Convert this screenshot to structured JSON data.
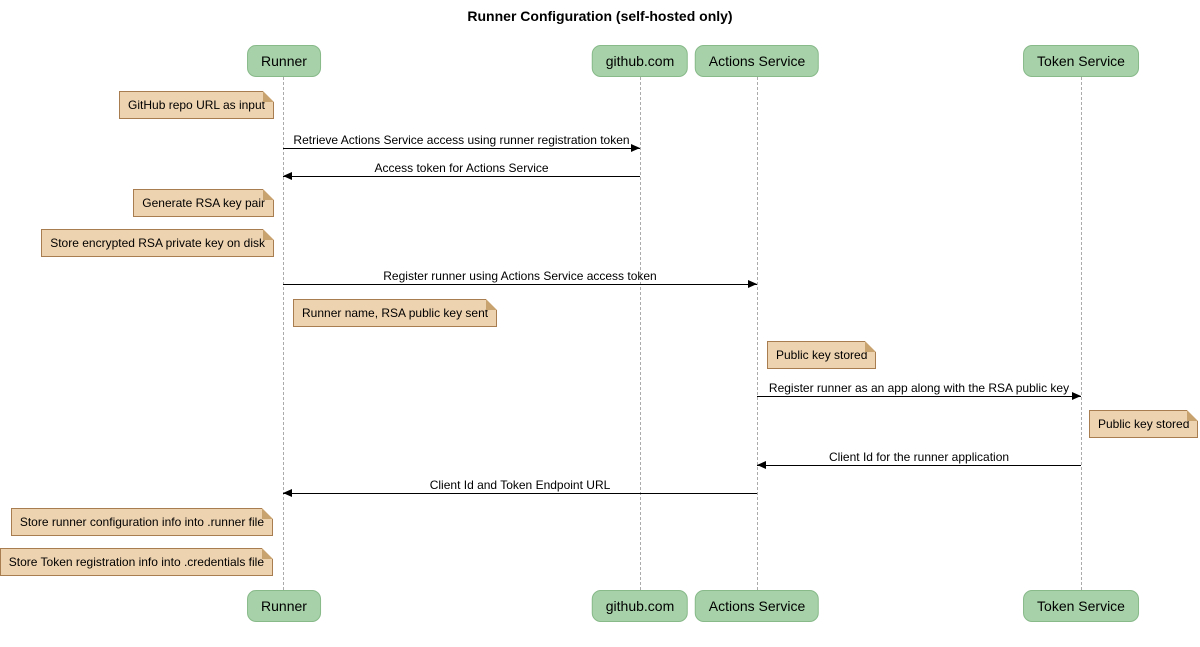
{
  "title": "Runner Configuration (self-hosted only)",
  "colors": {
    "participant_fill": "#a7d2a9",
    "participant_border": "#87b989",
    "note_fill": "#eed3b0",
    "note_border": "#a87e51",
    "lifeline": "#ababab",
    "arrow": "#000000",
    "background": "#ffffff"
  },
  "participants": [
    {
      "label": "Runner"
    },
    {
      "label": "github.com"
    },
    {
      "label": "Actions Service"
    },
    {
      "label": "Token Service"
    }
  ],
  "messages": [
    {
      "from": "Runner",
      "to": "github.com",
      "text": "Retrieve Actions Service access using runner registration token"
    },
    {
      "from": "github.com",
      "to": "Runner",
      "text": "Access token for Actions Service"
    },
    {
      "from": "Runner",
      "to": "Actions Service",
      "text": "Register runner using Actions Service access token"
    },
    {
      "from": "Actions Service",
      "to": "Token Service",
      "text": "Register runner as an app along with the RSA public key"
    },
    {
      "from": "Token Service",
      "to": "Actions Service",
      "text": "Client Id for the runner application"
    },
    {
      "from": "Actions Service",
      "to": "Runner",
      "text": "Client Id and Token Endpoint URL"
    }
  ],
  "notes": [
    {
      "anchor": "left of Runner",
      "text": "GitHub repo URL as input"
    },
    {
      "anchor": "left of Runner",
      "text": "Generate RSA key pair"
    },
    {
      "anchor": "left of Runner",
      "text": "Store encrypted RSA private key on disk"
    },
    {
      "anchor": "right of Runner",
      "text": "Runner name, RSA public key sent"
    },
    {
      "anchor": "right of Actions Service",
      "text": "Public key stored"
    },
    {
      "anchor": "right of Token Service",
      "text": "Public key stored"
    },
    {
      "anchor": "left of Runner",
      "text": "Store runner configuration info into .runner file"
    },
    {
      "anchor": "left of Runner",
      "text": "Store Token registration info into .credentials file"
    }
  ]
}
